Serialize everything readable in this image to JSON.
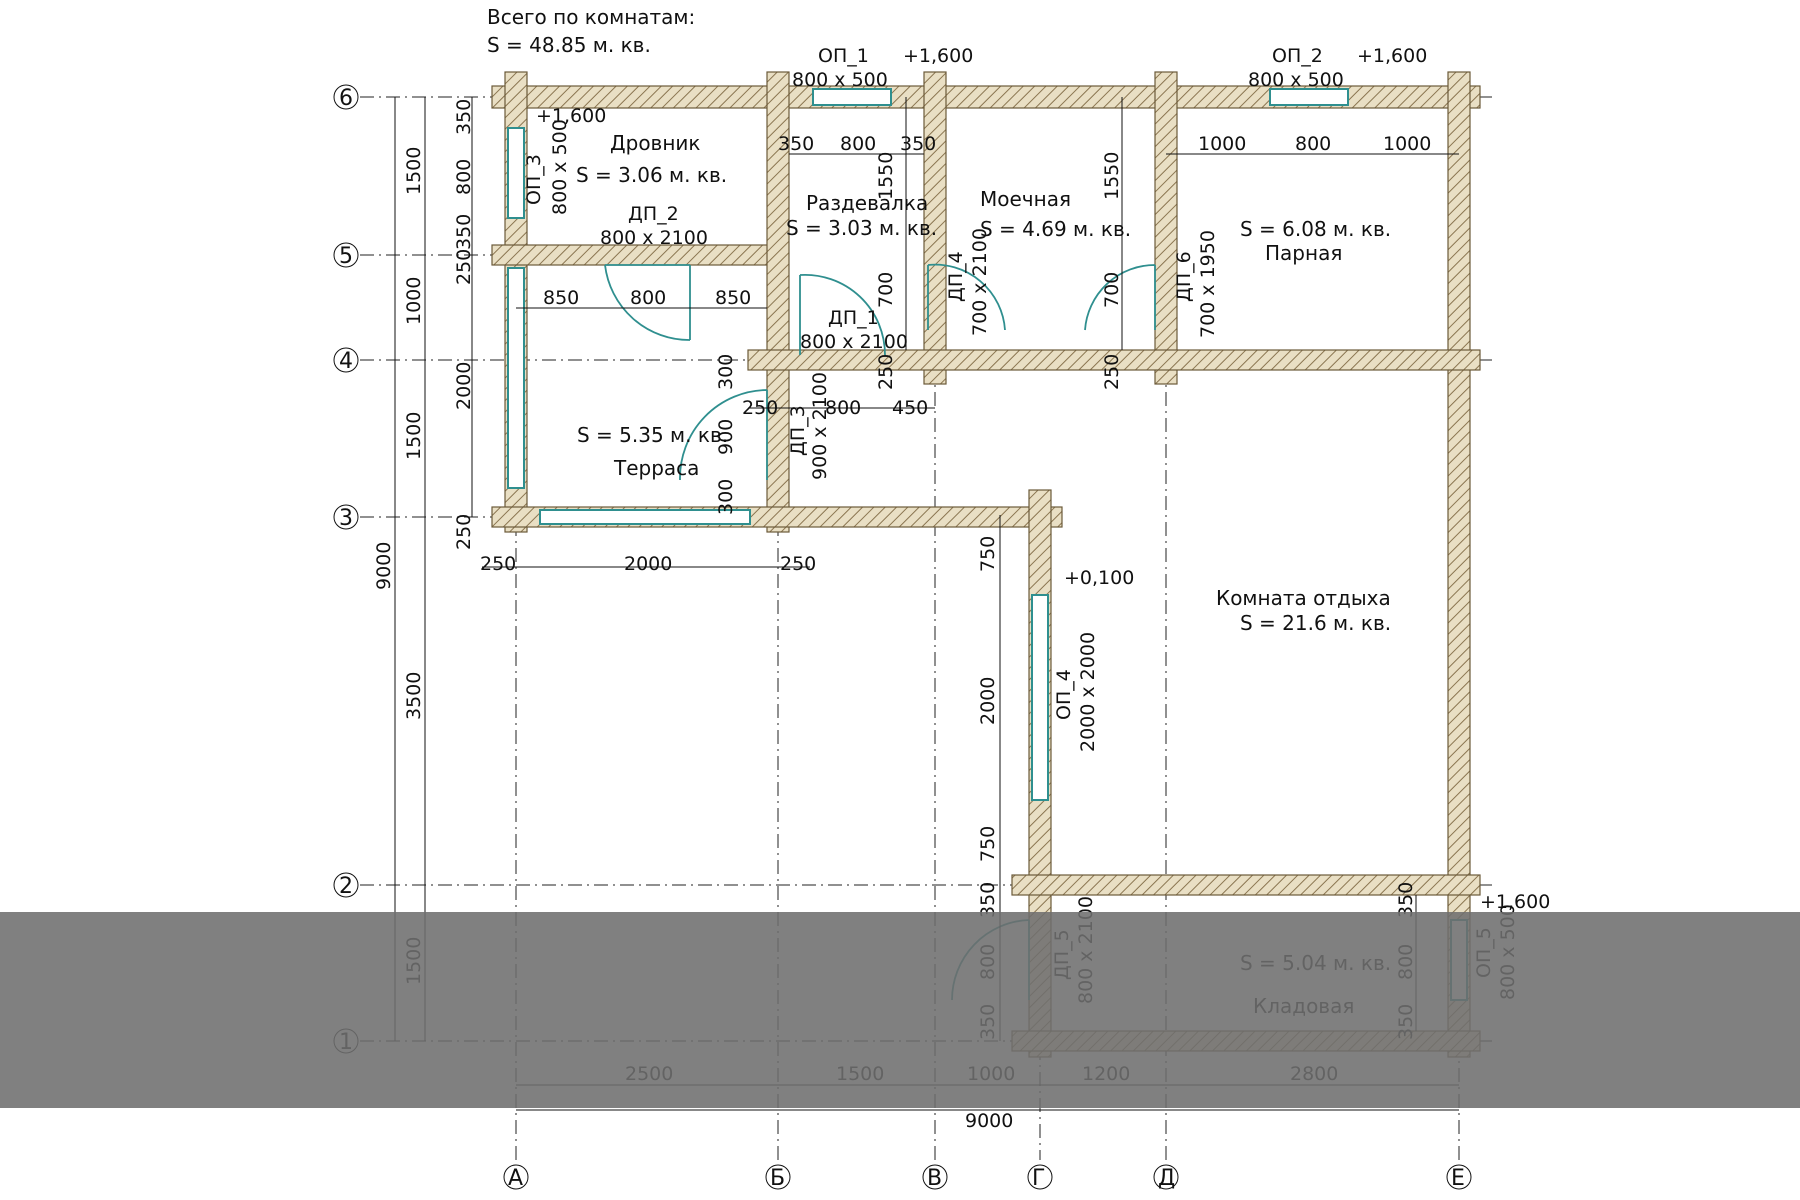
{
  "summary": {
    "title": "Всего по комнатам:",
    "total": "S    =  48.85 м. кв."
  },
  "axes": {
    "horizontal": [
      {
        "label": "6"
      },
      {
        "label": "5"
      },
      {
        "label": "4"
      },
      {
        "label": "3"
      },
      {
        "label": "2"
      },
      {
        "label": "1"
      }
    ],
    "vertical": [
      {
        "label": "А"
      },
      {
        "label": "Б"
      },
      {
        "label": "В"
      },
      {
        "label": "Г"
      },
      {
        "label": "Д"
      },
      {
        "label": "Е"
      }
    ]
  },
  "rooms": [
    {
      "name": "Дровник",
      "area": "S    =  3.06 м. кв."
    },
    {
      "name": "Раздевалка",
      "area": "S    =  3.03 м. кв."
    },
    {
      "name": "Моечная",
      "area": "S    =  4.69 м. кв."
    },
    {
      "name": "Парная",
      "area": "S    =  6.08 м. кв."
    },
    {
      "name": "Терраса",
      "area": "S    =  5.35 м. кв."
    },
    {
      "name": "Комната отдыха",
      "area": "S    =  21.6 м. кв."
    },
    {
      "name": "Кладовая",
      "area": "S    =  5.04 м. кв."
    }
  ],
  "openings": [
    {
      "id": "ОП_1",
      "size": "800 x 500",
      "level": "+1,600"
    },
    {
      "id": "ОП_2",
      "size": "800 x 500",
      "level": "+1,600"
    },
    {
      "id": "ОП_3",
      "size": "800 x 500",
      "level": "+1,600"
    },
    {
      "id": "ОП_4",
      "size": "2000 x 2000",
      "level": "+0,100"
    },
    {
      "id": "ОП_5",
      "size": "800 x 500",
      "level": "+1,600"
    },
    {
      "id": "ДП_1",
      "size": "800 x 2100"
    },
    {
      "id": "ДП_2",
      "size": "800 x 2100"
    },
    {
      "id": "ДП_3",
      "size": "900 x 2100"
    },
    {
      "id": "ДП_4",
      "size": "700 x 2100"
    },
    {
      "id": "ДП_5",
      "size": "800 x 2100"
    },
    {
      "id": "ДП_6",
      "size": "700 x 1950"
    }
  ],
  "dimensions": {
    "bottom": [
      "2500",
      "1500",
      "1000",
      "1200",
      "2800"
    ],
    "bottom_total": "9000",
    "left_outer": [
      "1500",
      "1000",
      "1500",
      "3500",
      "1500"
    ],
    "left_total": "9000",
    "left_inner": [
      "350",
      "800",
      "350",
      "250",
      "2000",
      "250"
    ],
    "drovnik_wall": [
      "850",
      "800",
      "850"
    ],
    "razdevalka_top": [
      "350",
      "800",
      "350"
    ],
    "parnaya_top": [
      "1000",
      "800",
      "1000"
    ],
    "terrace_bottom": [
      "250",
      "2000",
      "250"
    ],
    "terrace_door": [
      "300",
      "900",
      "300"
    ],
    "razdevalka_bottom": [
      "250",
      "800",
      "450"
    ],
    "razdevalka_side": [
      "1550",
      "700",
      "250"
    ],
    "moechnaya_side": [
      "1550",
      "700",
      "250"
    ],
    "window4": [
      "750",
      "2000",
      "750"
    ],
    "kladovaya_left": [
      "350",
      "800",
      "350"
    ],
    "kladovaya_right": [
      "350",
      "800",
      "350"
    ]
  }
}
